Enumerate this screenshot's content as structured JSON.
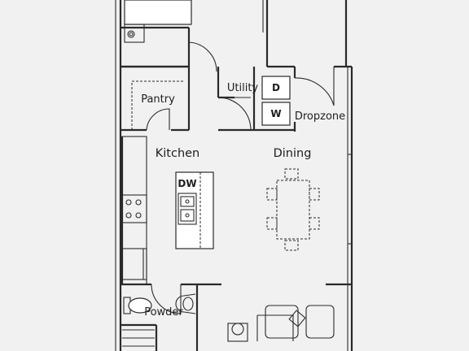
{
  "rooms": {
    "utility": "Utility",
    "pantry": "Pantry",
    "dropzone": "Dropzone",
    "kitchen": "Kitchen",
    "dining": "Dining",
    "powder": "Powder"
  },
  "appliances": {
    "dryer": "D",
    "washer": "W",
    "dishwasher": "DW"
  },
  "colors": {
    "background": "#f1f1f1",
    "line": "#2a2a2a",
    "appliance_fill": "#ffffff"
  }
}
